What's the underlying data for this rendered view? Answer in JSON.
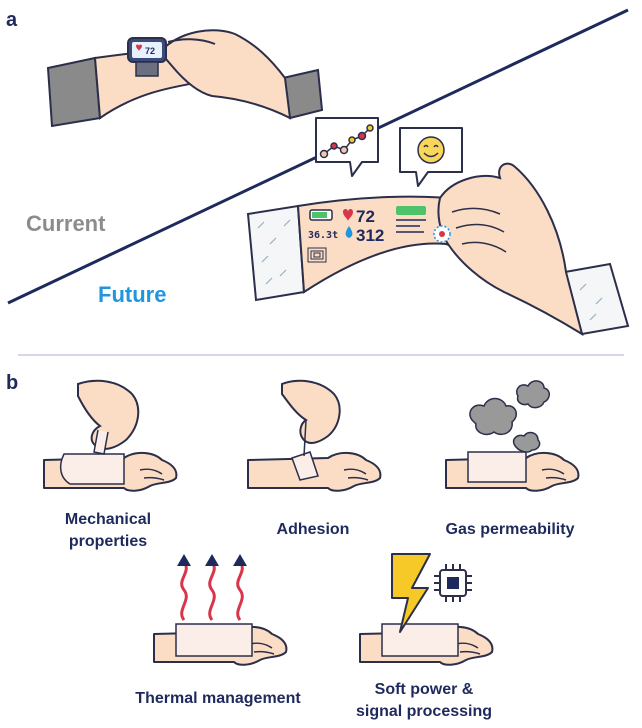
{
  "panel_a": {
    "letter": "a",
    "current_label": "Current",
    "future_label": "Future",
    "watch_reading": "72",
    "skin_display": {
      "temperature": "36.3t",
      "heart_rate": "72",
      "glucose": "312"
    }
  },
  "panel_b": {
    "letter": "b",
    "items": [
      {
        "label_lines": [
          "Mechanical",
          "properties"
        ]
      },
      {
        "label_lines": [
          "Adhesion"
        ]
      },
      {
        "label_lines": [
          "Gas permeability"
        ]
      },
      {
        "label_lines": [
          "Thermal management"
        ]
      },
      {
        "label_lines": [
          "Soft power &",
          "signal processing"
        ]
      }
    ]
  },
  "colors": {
    "navy": "#1f2a5c",
    "current_gray": "#8c8c8c",
    "future_blue": "#2196e0",
    "skin": "#fbdcc4",
    "skin_outline": "#2b2f4a",
    "sleeve_gray": "#8a8a8a",
    "patch": "#fbeee8",
    "divider": "#c9c8e6",
    "heat_arrow": "#d8354a",
    "bolt": "#f6c928",
    "smoke": "#999999"
  },
  "icons": [
    "smartwatch-icon",
    "molecule-icon",
    "smiley-icon",
    "heart-icon",
    "drop-icon",
    "battery-icon",
    "chip-icon",
    "lightning-icon",
    "cloud-icon",
    "heat-arrow-icon"
  ]
}
